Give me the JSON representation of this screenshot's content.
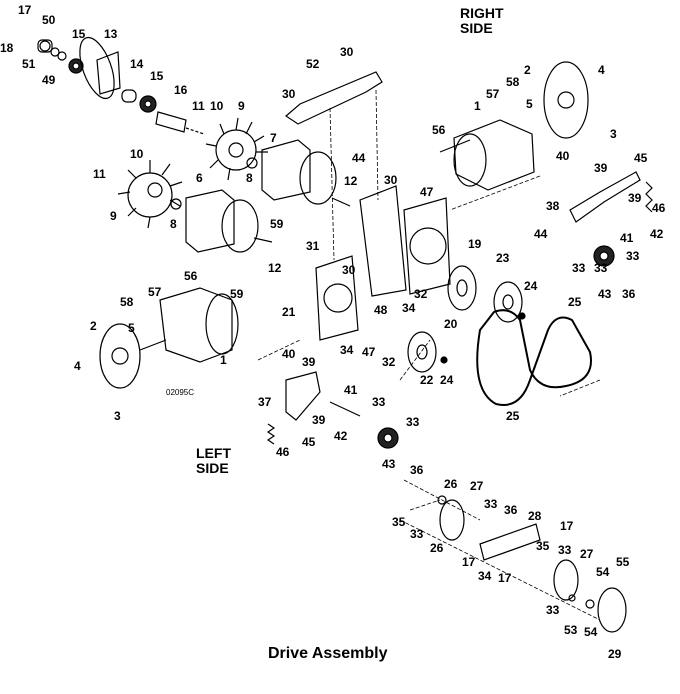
{
  "title": "Drive Assembly",
  "side_labels": {
    "right_line1": "RIGHT",
    "right_line2": "SIDE",
    "left_line1": "LEFT",
    "left_line2": "SIDE"
  },
  "drawing_code": "02095C",
  "part_callouts": [
    "17",
    "18",
    "50",
    "51",
    "49",
    "15",
    "13",
    "14",
    "15",
    "16",
    "11",
    "10",
    "9",
    "10",
    "11",
    "9",
    "6",
    "8",
    "7",
    "8",
    "59",
    "12",
    "52",
    "30",
    "30",
    "44",
    "12",
    "30",
    "47",
    "31",
    "30",
    "21",
    "48",
    "34",
    "32",
    "19",
    "23",
    "24",
    "20",
    "25",
    "25",
    "22",
    "24",
    "32",
    "34",
    "47",
    "40",
    "39",
    "41",
    "33",
    "33",
    "37",
    "39",
    "42",
    "45",
    "46",
    "43",
    "36",
    "2",
    "4",
    "58",
    "57",
    "5",
    "1",
    "56",
    "3",
    "40",
    "39",
    "45",
    "38",
    "39",
    "46",
    "44",
    "41",
    "42",
    "33",
    "33",
    "43",
    "36",
    "33",
    "56",
    "58",
    "57",
    "5",
    "2",
    "1",
    "4",
    "3",
    "59",
    "26",
    "27",
    "33",
    "36",
    "35",
    "33",
    "26",
    "28",
    "17",
    "34",
    "17",
    "35",
    "17",
    "33",
    "27",
    "54",
    "55",
    "33",
    "53",
    "54",
    "29"
  ]
}
